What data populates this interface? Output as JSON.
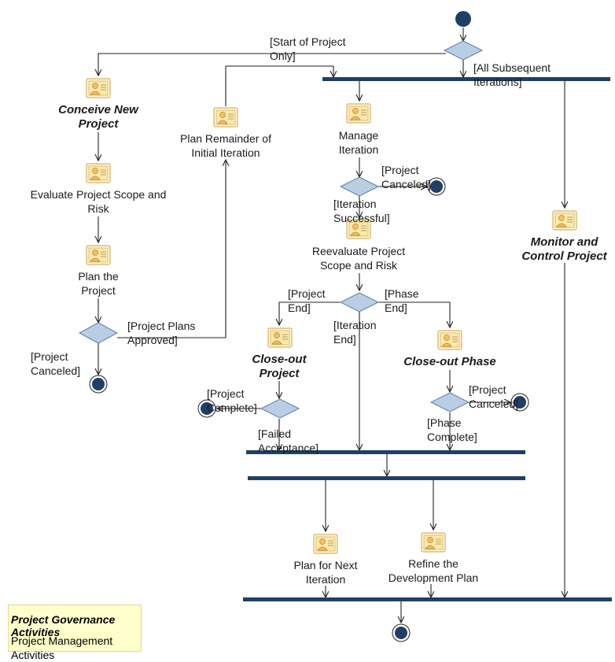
{
  "activities": {
    "conceive_new_project": "Conceive New\nProject",
    "evaluate_scope_risk": "Evaluate Project Scope and\nRisk",
    "plan_the_project": "Plan the\nProject",
    "plan_remainder": "Plan Remainder of\nInitial Iteration",
    "manage_iteration": "Manage\nIteration",
    "reevaluate_scope": "Reevaluate Project\nScope and Risk",
    "close_out_project": "Close-out\nProject",
    "close_out_phase": "Close-out Phase",
    "monitor_control": "Monitor and\nControl Project",
    "plan_next_iteration": "Plan for Next\nIteration",
    "refine_dev_plan": "Refine the\nDevelopment  Plan"
  },
  "guards": {
    "start_only": "[Start of Project\nOnly]",
    "all_subsequent": "[All Subsequent\nIterations]",
    "plans_approved": "[Project Plans\nApproved]",
    "left_canceled": "[Project\nCanceled]",
    "iter_canceled": "[Project\nCanceled]",
    "iter_successful": "[Iteration\nSuccessful]",
    "project_end": "[Project\nEnd]",
    "phase_end": "[Phase\nEnd]",
    "iteration_end": "[Iteration\nEnd]",
    "project_complete": "[Project\nComplete]",
    "failed_acceptance": "[Failed\nAcceptance]",
    "phase_canceled": "[Project\nCanceled]",
    "phase_complete": "[Phase\nComplete]"
  },
  "legend": {
    "governance": "Project Governance Activities",
    "management": "Project Management\nActivities"
  },
  "colors": {
    "node": "#1f3f66",
    "decision": "#b9cde5",
    "decision_border": "#5c7ea6",
    "bar": "#1f3f66",
    "icon": "activity-icon"
  }
}
